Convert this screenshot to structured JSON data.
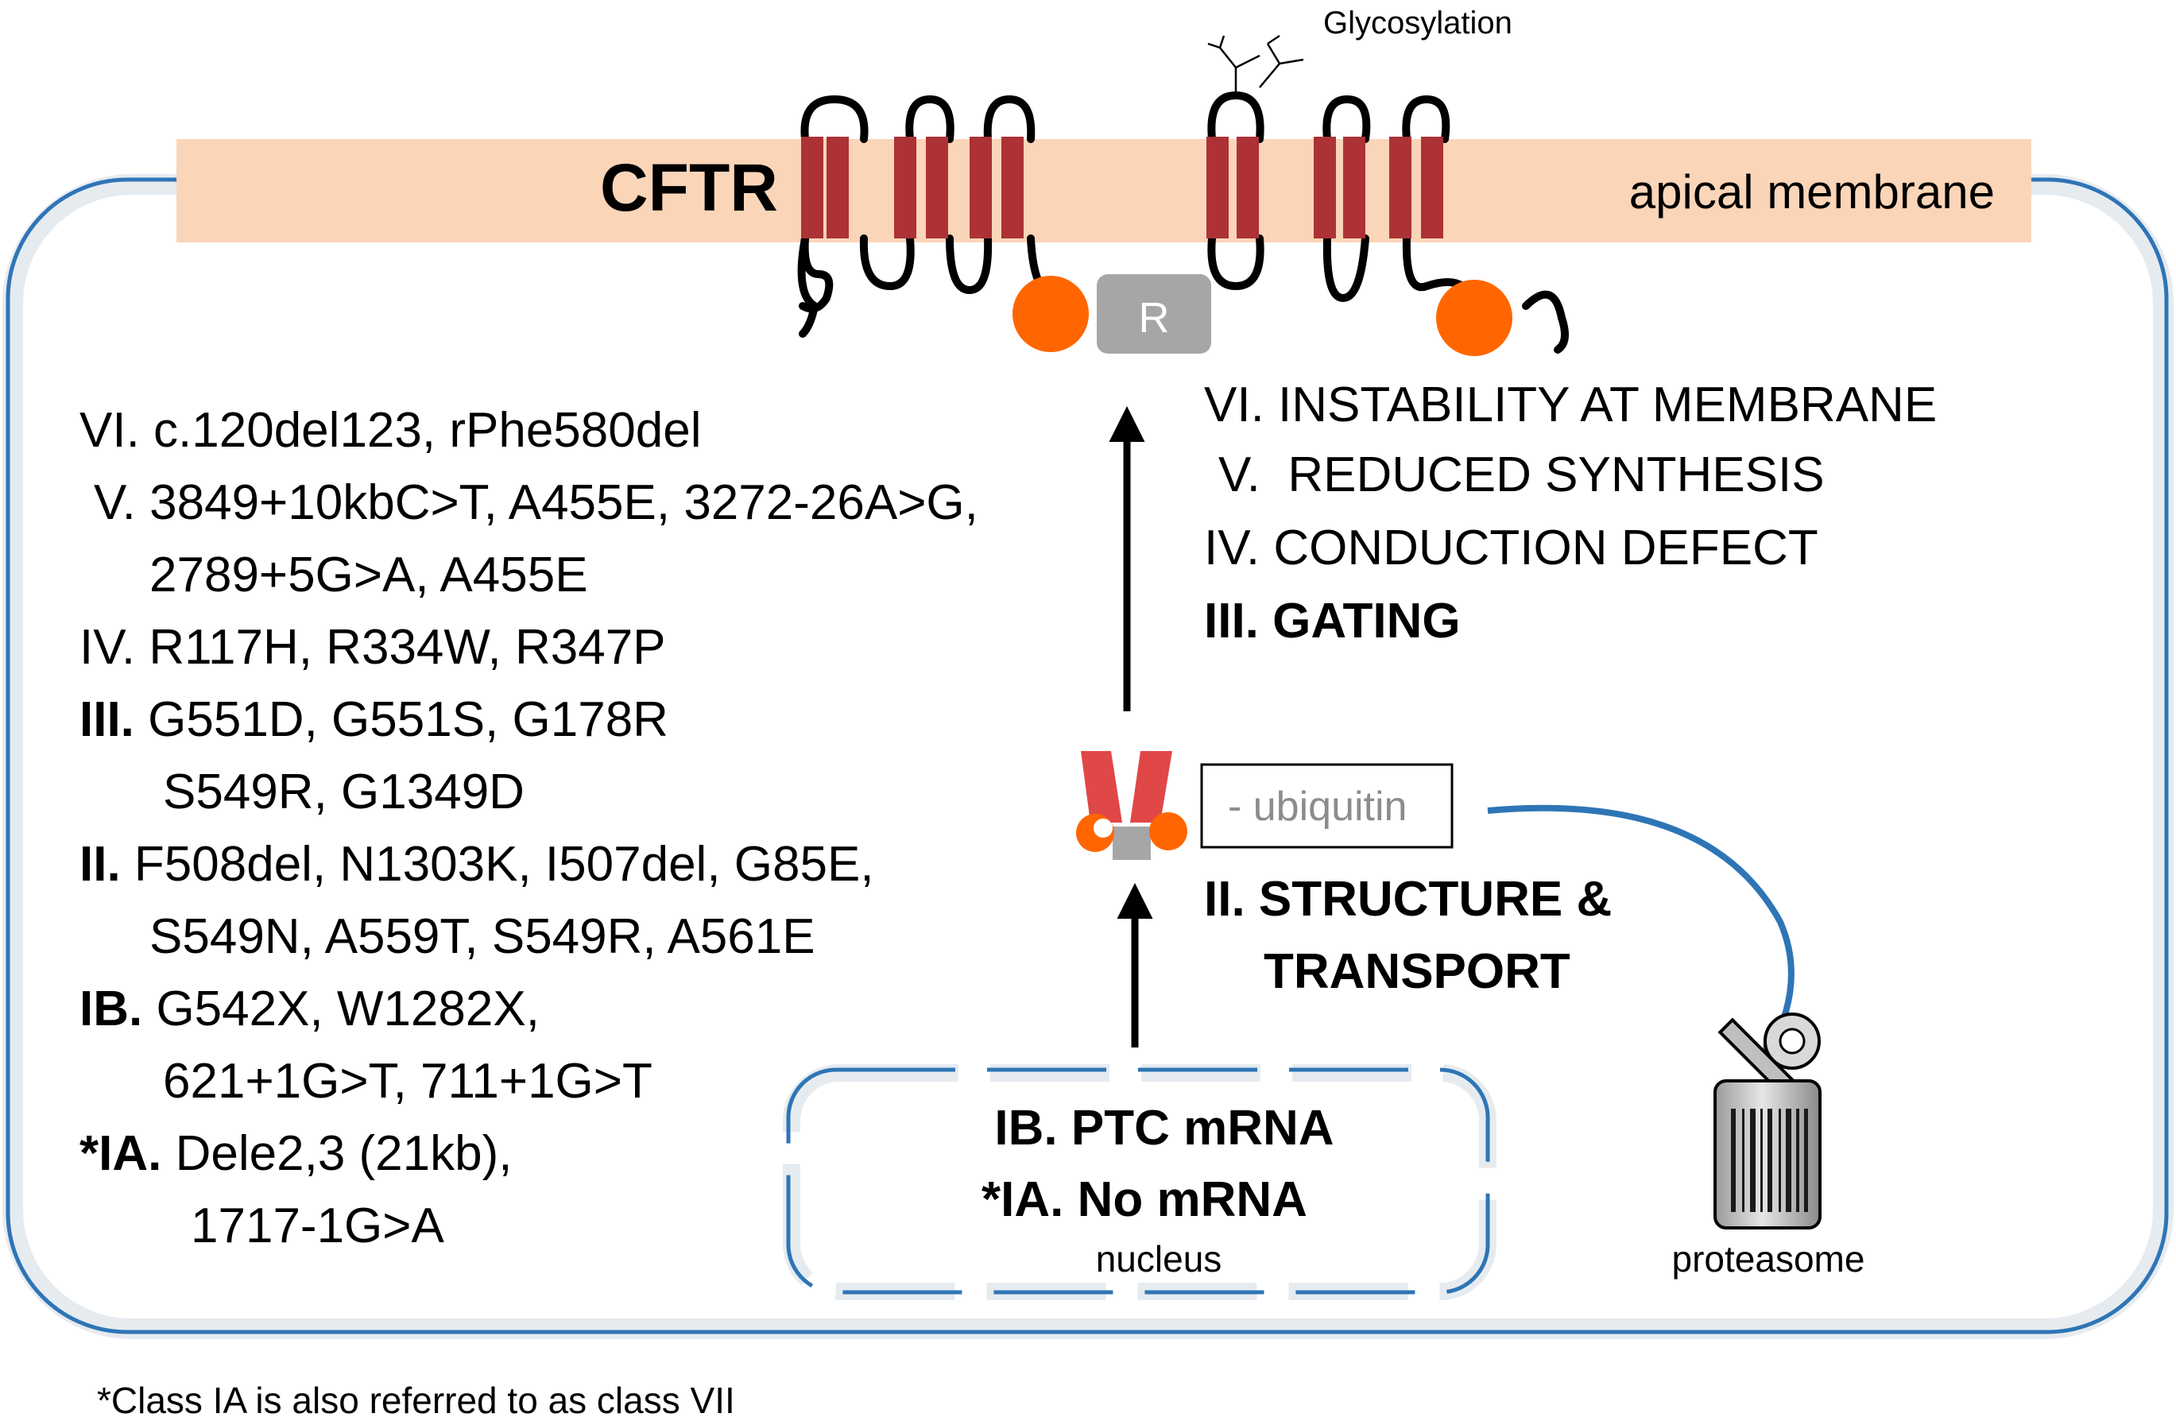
{
  "glycosylation_label": "Glycosylation",
  "membrane": {
    "protein_label": "CFTR",
    "membrane_label": "apical membrane",
    "r_domain_label": "R"
  },
  "mutation_classes": [
    {
      "cls": "VI.",
      "bold": false,
      "lines": [
        "c.120del123, rPhe580del"
      ]
    },
    {
      "cls": "V.",
      "bold": false,
      "lines": [
        "3849+10kbC>T, A455E, 3272-26A>G,",
        "2789+5G>A, A455E"
      ]
    },
    {
      "cls": "IV.",
      "bold": false,
      "lines": [
        "R117H, R334W, R347P"
      ]
    },
    {
      "cls": "III.",
      "bold": true,
      "lines": [
        "G551D, G551S, G178R",
        "S549R, G1349D"
      ]
    },
    {
      "cls": "II.",
      "bold": true,
      "lines": [
        "F508del, N1303K, I507del, G85E,",
        "S549N, A559T, S549R, A561E"
      ]
    },
    {
      "cls": "IB.",
      "bold": true,
      "lines": [
        "G542X, W1282X,",
        "621+1G>T, 711+1G>T"
      ]
    },
    {
      "cls": "*IA.",
      "bold": true,
      "lines": [
        "Dele2,3 (21kb),",
        "1717-1G>A"
      ]
    }
  ],
  "defect_classes": [
    "VI. INSTABILITY AT MEMBRANE",
    "V.  REDUCED SYNTHESIS",
    "IV. CONDUCTION DEFECT",
    "III. GATING"
  ],
  "ubiquitin_label": "- ubiquitin",
  "structure_transport": [
    "II. STRUCTURE &",
    "TRANSPORT"
  ],
  "nucleus": {
    "line1": "IB. PTC mRNA",
    "line2": "*IA. No mRNA",
    "label": "nucleus"
  },
  "proteasome_label": "proteasome",
  "footnote": "*Class IA is also referred to as class VII",
  "colors": {
    "membrane": "#fbd5b8",
    "helix": "#ac3236",
    "nbd": "#ff6600",
    "r_domain": "#a6a6a6",
    "cell_border": "#2e75b6",
    "cell_shadow": "#e9eef3",
    "folded_red": "#e04747"
  }
}
